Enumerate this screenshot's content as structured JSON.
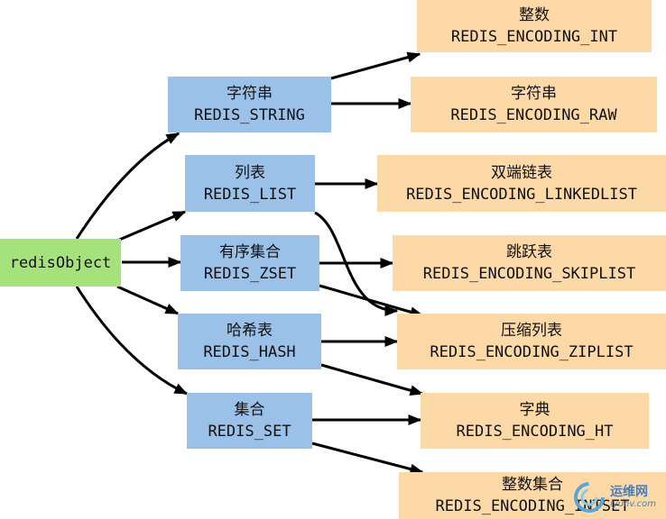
{
  "root": {
    "label": "redisObject"
  },
  "types": [
    {
      "cn": "字符串",
      "en": "REDIS_STRING"
    },
    {
      "cn": "列表",
      "en": "REDIS_LIST"
    },
    {
      "cn": "有序集合",
      "en": "REDIS_ZSET"
    },
    {
      "cn": "哈希表",
      "en": "REDIS_HASH"
    },
    {
      "cn": "集合",
      "en": "REDIS_SET"
    }
  ],
  "encodings": [
    {
      "cn": "整数",
      "en": "REDIS_ENCODING_INT"
    },
    {
      "cn": "字符串",
      "en": "REDIS_ENCODING_RAW"
    },
    {
      "cn": "双端链表",
      "en": "REDIS_ENCODING_LINKEDLIST"
    },
    {
      "cn": "跳跃表",
      "en": "REDIS_ENCODING_SKIPLIST"
    },
    {
      "cn": "压缩列表",
      "en": "REDIS_ENCODING_ZIPLIST"
    },
    {
      "cn": "字典",
      "en": "REDIS_ENCODING_HT"
    },
    {
      "cn": "整数集合",
      "en": "REDIS_ENCODING_INTSET"
    }
  ],
  "watermark": {
    "line1": "运维网",
    "line2": "iyunv.com"
  },
  "colors": {
    "root": "#a6e27c",
    "type": "#9cc1e8",
    "encoding": "#fdd9a8",
    "edge": "#000000"
  }
}
